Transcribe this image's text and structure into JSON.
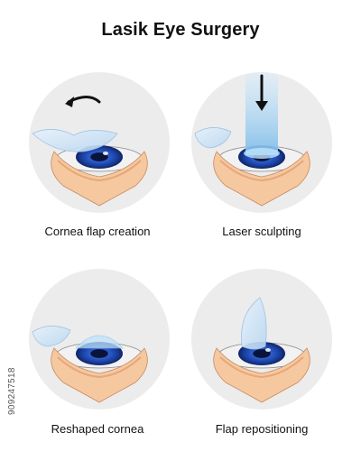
{
  "title": "Lasik Eye Surgery",
  "steps": [
    {
      "label": "Cornea flap creation"
    },
    {
      "label": "Laser sculpting"
    },
    {
      "label": "Reshaped cornea"
    },
    {
      "label": "Flap repositioning"
    }
  ],
  "stock_id": "909247518",
  "colors": {
    "disc": "#ececec",
    "skin": "#f5c8a0",
    "skin_shadow": "#e6a779",
    "iris": "#1a3f9e",
    "iris_light": "#4f7fe0",
    "pupil": "#0a1438",
    "flap": "#cfe4f7",
    "laser": "#8fc6ee"
  }
}
